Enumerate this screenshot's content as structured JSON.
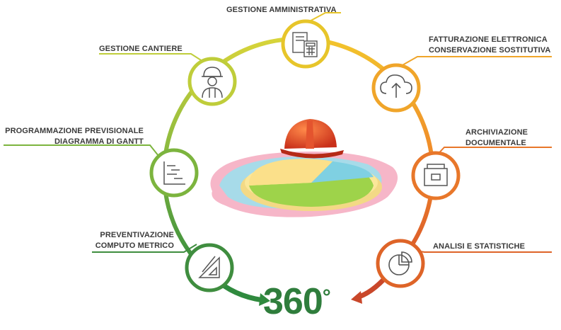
{
  "nodes": [
    {
      "id": "gestione-amministrativa",
      "lines": [
        "GESTIONE AMMINISTRATIVA"
      ],
      "icon": "spreadsheet-calculator-icon",
      "color": "#e7c52a"
    },
    {
      "id": "fatturazione",
      "lines": [
        "FATTURAZIONE ELETTRONICA",
        "CONSERVAZIONE SOSTITUTIVA"
      ],
      "icon": "cloud-upload-icon",
      "color": "#f0a52a"
    },
    {
      "id": "archiviazione",
      "lines": [
        "ARCHIVIAZIONE",
        "DOCUMENTALE"
      ],
      "icon": "folder-archive-icon",
      "color": "#e8772a"
    },
    {
      "id": "analisi",
      "lines": [
        "ANALISI E STATISTICHE"
      ],
      "icon": "pie-chart-icon",
      "color": "#de6428"
    },
    {
      "id": "gestione-cantiere",
      "lines": [
        "GESTIONE CANTIERE"
      ],
      "icon": "construction-worker-icon",
      "color": "#b5cd3a"
    },
    {
      "id": "programmazione",
      "lines": [
        "PROGRAMMAZIONE PREVISIONALE",
        "DIAGRAMMA DI GANTT"
      ],
      "icon": "gantt-chart-icon",
      "color": "#7cb43e"
    },
    {
      "id": "preventivazione",
      "lines": [
        "PREVENTIVAZIONE",
        "COMPUTO METRICO"
      ],
      "icon": "ruler-triangle-icon",
      "color": "#3f8d3f"
    }
  ],
  "brand": {
    "number": "360",
    "degree": "°"
  },
  "colors": {
    "green": "#2f7d3c",
    "orange": "#e0622a",
    "yellow": "#e7c52a"
  }
}
